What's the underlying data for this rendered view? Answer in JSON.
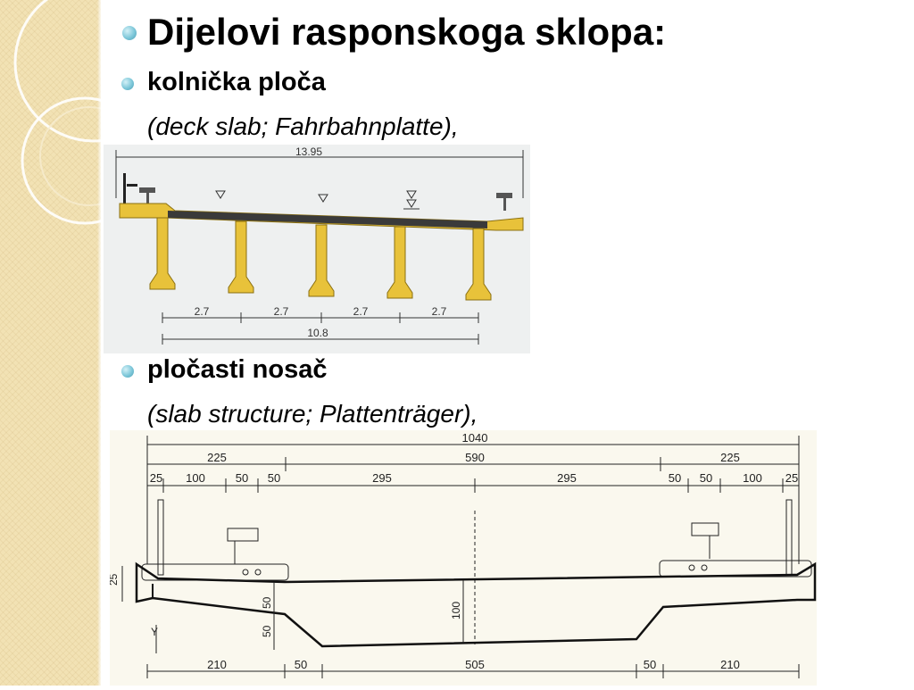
{
  "slide": {
    "title": "Dijelovi rasponskoga sklopa:",
    "items": [
      {
        "label": "kolnička ploča",
        "sublabel": "(deck slab; Fahrbahnplatte),"
      },
      {
        "label": "pločasti nosač",
        "sublabel": "(slab structure; Plattenträger),"
      }
    ]
  },
  "figure_deck": {
    "total_width": "13.95",
    "spacings": [
      "2.7",
      "2.7",
      "2.7",
      "2.7"
    ],
    "girder_width": "10.8"
  },
  "figure_slab": {
    "total": "1040",
    "row2": [
      "225",
      "590",
      "225"
    ],
    "row3": [
      "25",
      "100",
      "50",
      "50",
      "295",
      "295",
      "50",
      "50",
      "100",
      "25"
    ],
    "vertical": [
      "25",
      "50",
      "50",
      "100"
    ],
    "axis_label": "Y",
    "bottom": [
      "210",
      "50",
      "505",
      "50",
      "210"
    ]
  },
  "colors": {
    "background": "#ffffff",
    "accent_strip": "#f2e2b4",
    "bullet": "#7dc7d9",
    "girder_fill": "#e8c23a"
  }
}
